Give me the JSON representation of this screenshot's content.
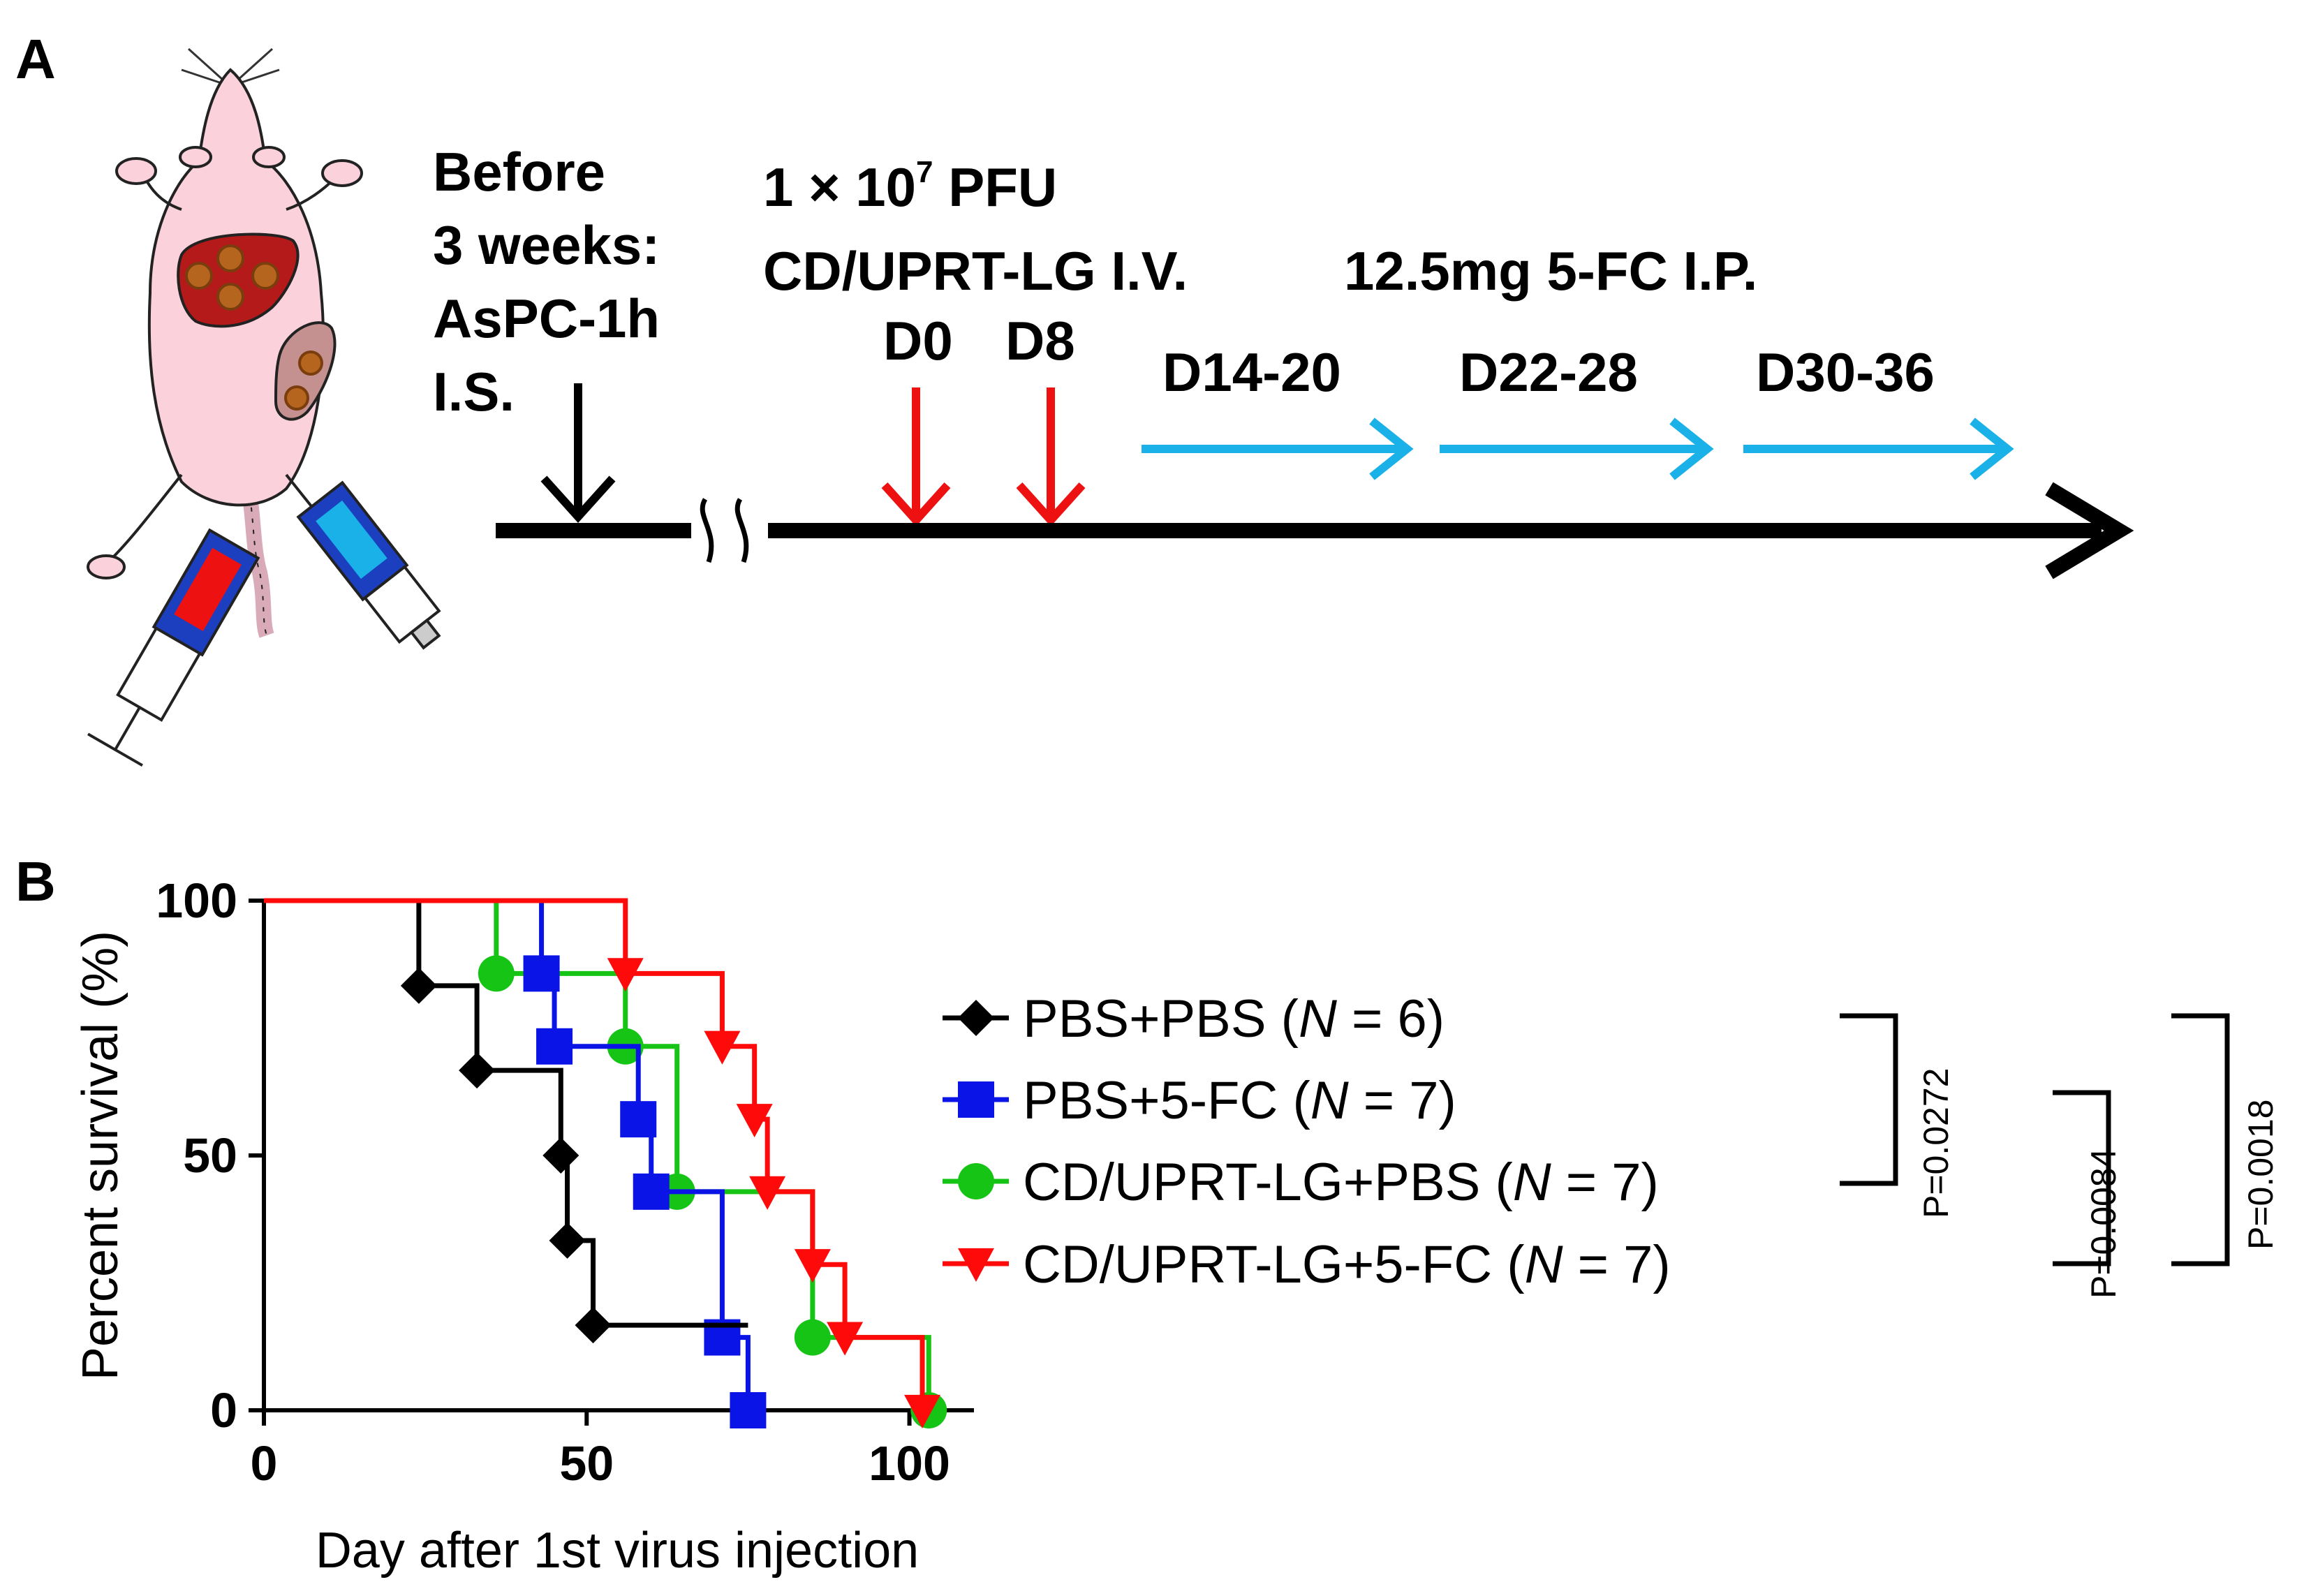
{
  "panel_a": {
    "label": "A",
    "before_lines": [
      "Before",
      "3 weeks:",
      "AsPC-1h",
      "I.S."
    ],
    "dose_prefix": "1 ×  10",
    "dose_exponent": "7",
    "dose_suffix": " PFU",
    "virus_line": "CD/UPRT-LG I.V.",
    "drug_line": "12.5mg 5-FC I.P.",
    "virus_days": [
      "D0",
      "D8"
    ],
    "drug_periods": [
      "D14-20",
      "D22-28",
      "D30-36"
    ],
    "illustration": "mouse-with-liver-tumors-and-syringes",
    "colors": {
      "virus_arrow": "#ee1111",
      "drug_arrow": "#1ab0e8",
      "timeline": "#000000"
    }
  },
  "panel_b": {
    "label": "B",
    "legend": [
      {
        "name": "PBS+PBS",
        "n_text": "N",
        "n_value": " = 6)",
        "open": " ("
      },
      {
        "name": "PBS+5-FC",
        "n_text": "N",
        "n_value": " = 7)",
        "open": " ("
      },
      {
        "name": "CD/UPRT-LG+PBS",
        "n_text": "N",
        "n_value": " = 7)",
        "open": " ("
      },
      {
        "name": "CD/UPRT-LG+5-FC",
        "n_text": "N",
        "n_value": " = 7)",
        "open": " ("
      }
    ],
    "p_values": [
      "P=0.0272",
      "P=0.0084",
      "P=0.0018"
    ]
  },
  "chart_data": {
    "type": "line",
    "subtype": "kaplan-meier-step",
    "xlabel": "Day after 1st virus injection",
    "ylabel": "Percent survival (%)",
    "xlim": [
      0,
      110
    ],
    "ylim": [
      0,
      100
    ],
    "xticks": [
      0,
      50,
      100
    ],
    "yticks": [
      0,
      50,
      100
    ],
    "grid": false,
    "legend_position": "right",
    "series": [
      {
        "name": "PBS+PBS",
        "color": "#000000",
        "marker": "diamond",
        "steps": [
          [
            0,
            100
          ],
          [
            24,
            83.3
          ],
          [
            33,
            66.7
          ],
          [
            46,
            50
          ],
          [
            47,
            33.3
          ],
          [
            51,
            16.7
          ],
          [
            75,
            16.7
          ]
        ]
      },
      {
        "name": "PBS+5-FC",
        "color": "#0a14e6",
        "marker": "square",
        "steps": [
          [
            0,
            100
          ],
          [
            43,
            85.7
          ],
          [
            45,
            71.4
          ],
          [
            58,
            57.1
          ],
          [
            60,
            42.9
          ],
          [
            71,
            14.3
          ],
          [
            75,
            0
          ]
        ]
      },
      {
        "name": "CD/UPRT-LG+PBS",
        "color": "#16c416",
        "marker": "circle",
        "steps": [
          [
            0,
            100
          ],
          [
            36,
            85.7
          ],
          [
            56,
            71.4
          ],
          [
            64,
            42.9
          ],
          [
            85,
            14.3
          ],
          [
            103,
            0
          ]
        ]
      },
      {
        "name": "CD/UPRT-LG+5-FC",
        "color": "#ff0a0a",
        "marker": "triangle-down",
        "steps": [
          [
            0,
            100
          ],
          [
            56,
            85.7
          ],
          [
            71,
            71.4
          ],
          [
            76,
            57.1
          ],
          [
            78,
            42.9
          ],
          [
            85,
            28.6
          ],
          [
            90,
            14.3
          ],
          [
            102,
            0
          ]
        ]
      }
    ],
    "comparisons": [
      {
        "groups": [
          "PBS+PBS",
          "CD/UPRT-LG+PBS"
        ],
        "p": "P=0.0272"
      },
      {
        "groups": [
          "PBS+5-FC",
          "CD/UPRT-LG+5-FC"
        ],
        "p": "P=0.0084"
      },
      {
        "groups": [
          "PBS+PBS",
          "CD/UPRT-LG+5-FC"
        ],
        "p": "P=0.0018"
      }
    ]
  }
}
